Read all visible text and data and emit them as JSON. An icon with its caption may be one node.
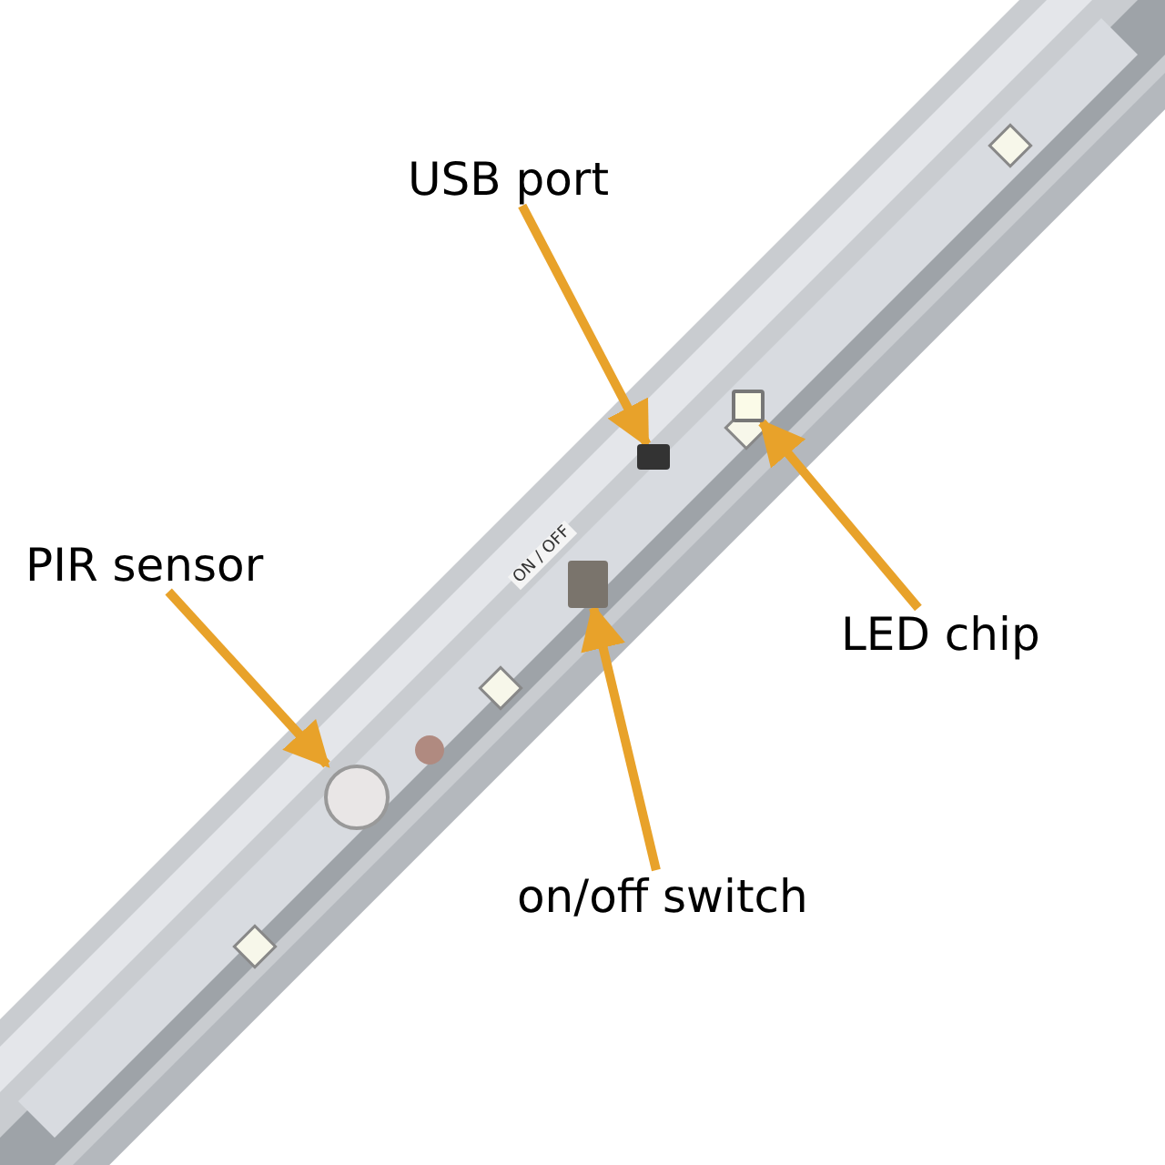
{
  "diagram": {
    "nodes": [
      {
        "text": [
          "USB port"
        ]
      },
      {
        "text": [
          "PIR sensor"
        ]
      },
      {
        "text": [
          "LED chip"
        ]
      },
      {
        "text": [
          "on/off switch"
        ]
      },
      {
        "text": [],
        "shape": "box"
      },
      {
        "text": [],
        "shape": "circle"
      },
      {
        "text": [],
        "shape": "box"
      },
      {
        "text": [],
        "shape": "box"
      }
    ],
    "edges": [
      {
        "from": 0,
        "to": 4,
        "arrow": "to"
      },
      {
        "from": 1,
        "to": 5,
        "arrow": "to"
      },
      {
        "from": 2,
        "to": 6,
        "arrow": "to"
      },
      {
        "from": 3,
        "to": 7,
        "arrow": "to"
      }
    ],
    "labels": [
      "ON / OFF"
    ]
  }
}
